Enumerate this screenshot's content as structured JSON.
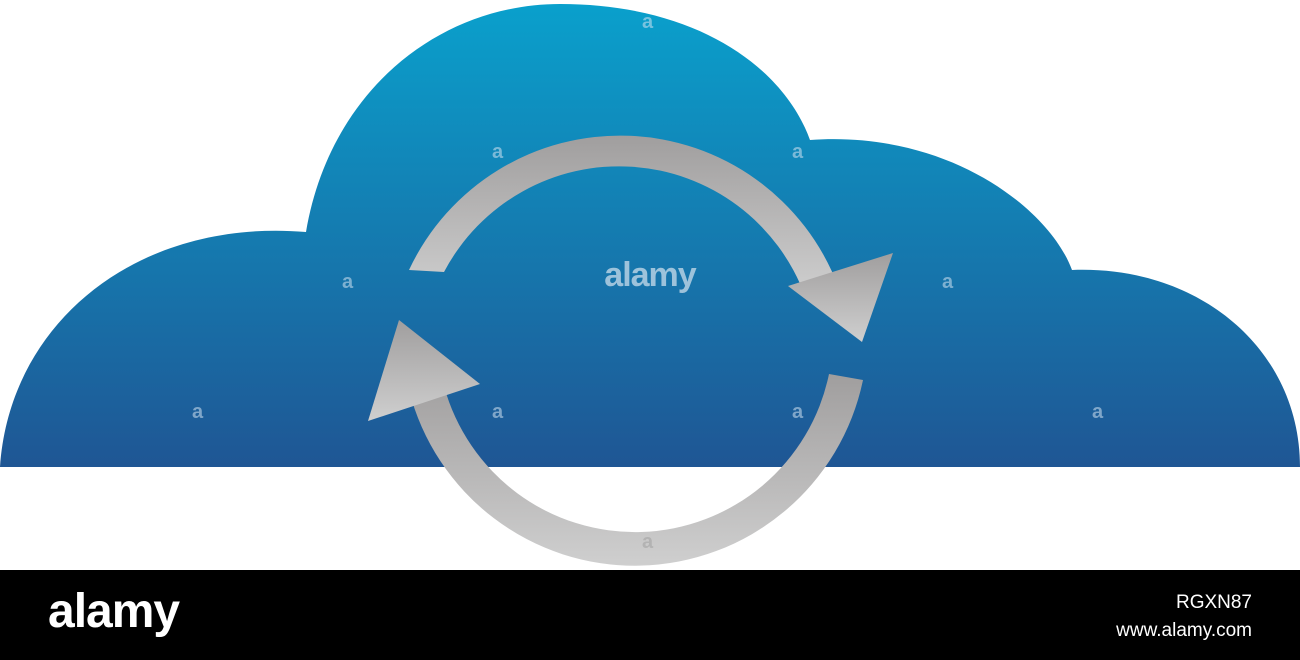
{
  "illustration": {
    "cloud_icon": "cloud-icon",
    "sync_icon": "sync-arrows-icon",
    "colors": {
      "cloud_top": "#0aa0cc",
      "cloud_bottom": "#1f5694",
      "arrows_top": "#a09e9e",
      "arrows_bottom": "#cfcfcf"
    }
  },
  "watermark": {
    "center_text": "alamy",
    "small_mark": "a"
  },
  "footer": {
    "logo": "alamy",
    "image_id": "RGXN87",
    "url": "www.alamy.com"
  }
}
